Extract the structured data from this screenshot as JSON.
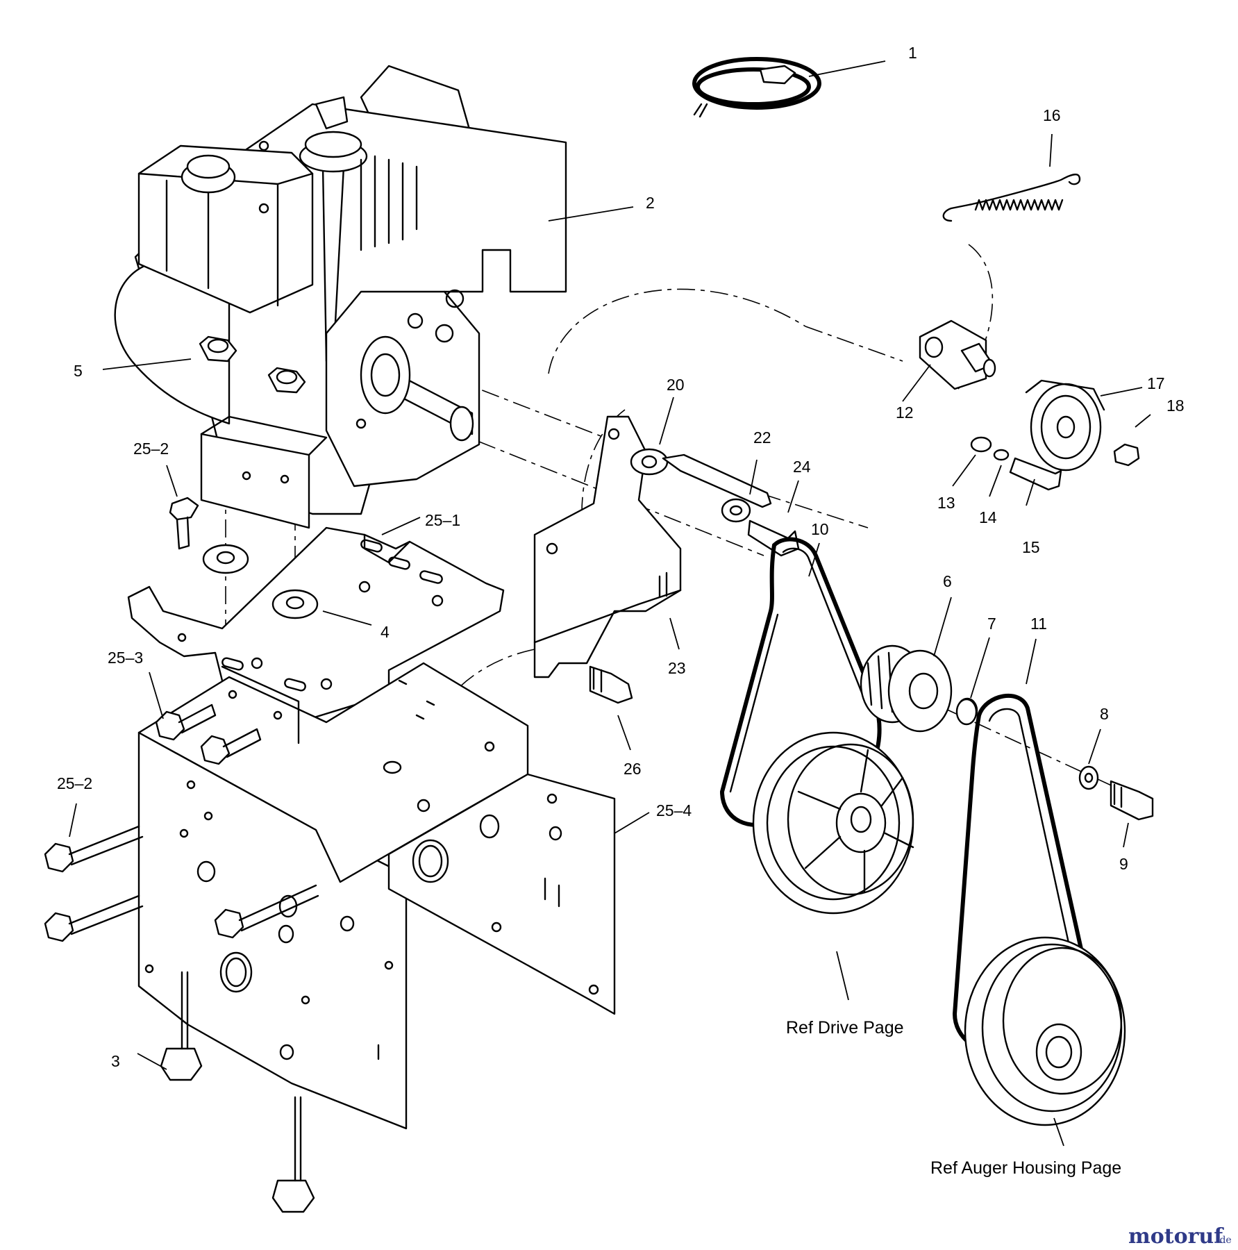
{
  "callouts": [
    {
      "id": "1",
      "label": "1"
    },
    {
      "id": "2",
      "label": "2"
    },
    {
      "id": "3",
      "label": "3"
    },
    {
      "id": "4",
      "label": "4"
    },
    {
      "id": "5",
      "label": "5"
    },
    {
      "id": "6",
      "label": "6"
    },
    {
      "id": "7",
      "label": "7"
    },
    {
      "id": "8",
      "label": "8"
    },
    {
      "id": "9",
      "label": "9"
    },
    {
      "id": "10",
      "label": "10"
    },
    {
      "id": "11",
      "label": "11"
    },
    {
      "id": "12",
      "label": "12"
    },
    {
      "id": "13",
      "label": "13"
    },
    {
      "id": "14",
      "label": "14"
    },
    {
      "id": "15",
      "label": "15"
    },
    {
      "id": "16",
      "label": "16"
    },
    {
      "id": "17",
      "label": "17"
    },
    {
      "id": "18",
      "label": "18"
    },
    {
      "id": "20",
      "label": "20"
    },
    {
      "id": "22",
      "label": "22"
    },
    {
      "id": "23",
      "label": "23"
    },
    {
      "id": "24",
      "label": "24"
    },
    {
      "id": "25-1",
      "label": "25–1"
    },
    {
      "id": "25-2a",
      "label": "25–2"
    },
    {
      "id": "25-2b",
      "label": "25–2"
    },
    {
      "id": "25-3",
      "label": "25–3"
    },
    {
      "id": "25-4",
      "label": "25–4"
    },
    {
      "id": "26",
      "label": "26"
    }
  ],
  "references": {
    "drive": "Ref  Drive Page",
    "auger": "Ref  Auger Housing Page"
  },
  "watermark": {
    "brand": "motoruf",
    "tld": ".de"
  }
}
